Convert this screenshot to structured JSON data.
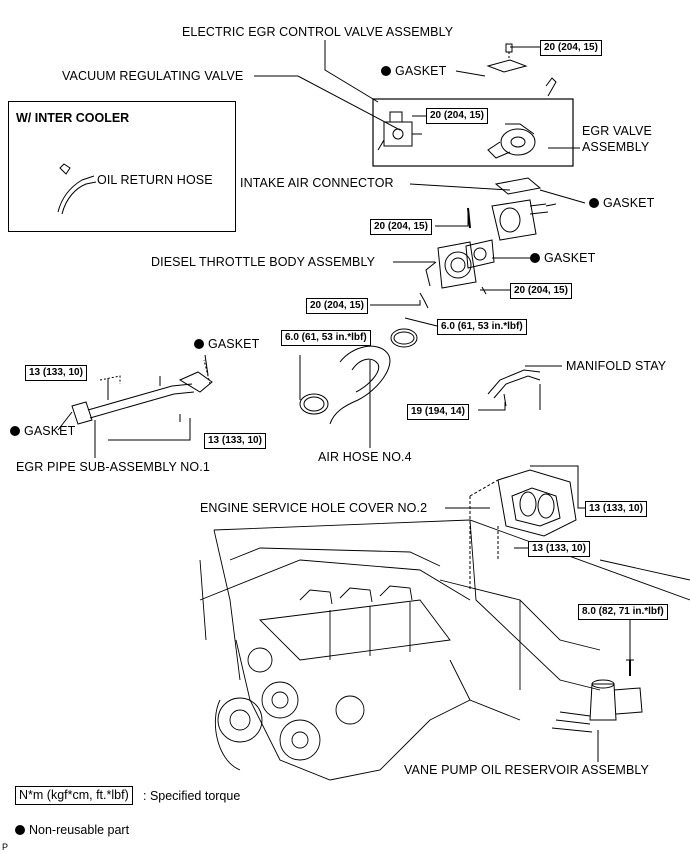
{
  "inset": {
    "title": "W/ INTER COOLER",
    "oil_return_hose": "OIL RETURN HOSE"
  },
  "labels": {
    "electric_egr": "ELECTRIC EGR CONTROL VALVE ASSEMBLY",
    "vacuum_valve": "VACUUM REGULATING VALVE",
    "egr_valve_line1": "EGR VALVE",
    "egr_valve_line2": "ASSEMBLY",
    "intake_air": "INTAKE AIR CONNECTOR",
    "throttle_body": "DIESEL THROTTLE BODY ASSEMBLY",
    "manifold_stay": "MANIFOLD STAY",
    "egr_pipe": "EGR PIPE SUB-ASSEMBLY NO.1",
    "air_hose": "AIR HOSE NO.4",
    "service_cover": "ENGINE SERVICE HOLE COVER NO.2",
    "vane_pump": "VANE PUMP OIL RESERVOIR ASSEMBLY",
    "gasket": "GASKET"
  },
  "torque": {
    "t20": "20 (204, 15)",
    "t13": "13 (133, 10)",
    "t19": "19 (194, 14)",
    "t6": "6.0 (61, 53 in.*lbf)",
    "t8": "8.0 (82, 71 in.*lbf)"
  },
  "legend": {
    "torque_unit": "N*m (kgf*cm, ft.*lbf)",
    "torque_desc": ": Specified torque",
    "non_reusable": "Non-reusable part",
    "corner_mark": "P"
  }
}
